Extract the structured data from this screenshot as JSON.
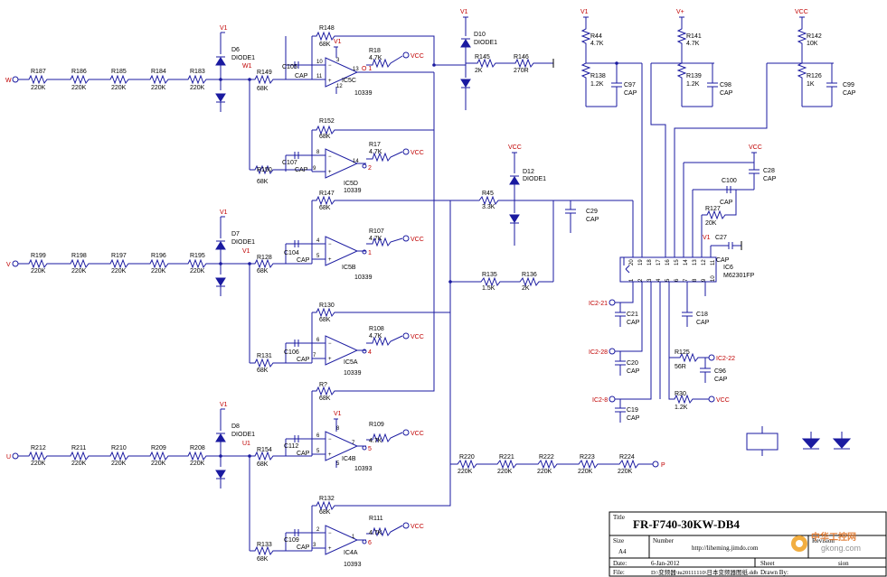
{
  "title_block": {
    "title_label": "Title",
    "title": "FR-F740-30KW-DB4",
    "size_label": "Size",
    "size": "A4",
    "number_label": "Number",
    "number": "http://liheming.jimdo.com",
    "revision_label": "Revision",
    "date_label": "Date:",
    "date": "6-Jan-2012",
    "sheet_label": "Sheet",
    "sheet_tail": "sion",
    "file_label": "File:",
    "file": "D:\\变频器\\tu20111110\\日本变频器图纸.ddb",
    "drawn_label": "Drawn By:"
  },
  "watermark": {
    "text": "中华工控网",
    "site": "gkong.com"
  },
  "rails": {
    "v1": "V1",
    "vplus": "V+",
    "vcc": "VCC"
  },
  "inputs": {
    "w": "W",
    "v": "V",
    "u": "U",
    "p": "P"
  },
  "nodes": {
    "w1": "W1",
    "v1": "V1",
    "u1": "U1"
  },
  "chains": {
    "w": [
      "R187",
      "R186",
      "R185",
      "R184",
      "R183"
    ],
    "v": [
      "R199",
      "R198",
      "R197",
      "R196",
      "R195"
    ],
    "u": [
      "R212",
      "R211",
      "R210",
      "R209",
      "R208"
    ],
    "p": [
      "R220",
      "R221",
      "R222",
      "R223",
      "R224"
    ],
    "value": "220K"
  },
  "diodes": {
    "d6": "D6",
    "d7": "D7",
    "d8": "D8",
    "d10": "D10",
    "d12": "D12",
    "type": "DIODE1"
  },
  "opamps": [
    {
      "name": "IC5C",
      "part": "10339",
      "rin": "R149",
      "rf": "R148",
      "cap": "C105",
      "rout": "R18",
      "p_in_minus": "10",
      "p_in_plus": "11",
      "p_out": "13",
      "p_a": "3",
      "p_b": "12"
    },
    {
      "name": "IC5D",
      "part": "10339",
      "rin": "R150",
      "rf": "R152",
      "cap": "C107",
      "rout": "R17",
      "p_in_minus": "8",
      "p_in_plus": "9",
      "p_out": "14",
      "p_a": "2",
      "p_b": ""
    },
    {
      "name": "IC5B",
      "part": "10339",
      "rin": "R128",
      "rf": "R147",
      "cap": "C104",
      "rout": "R107",
      "p_in_minus": "4",
      "p_in_plus": "5",
      "p_out": "",
      "p_a": "1",
      "p_b": ""
    },
    {
      "name": "IC5A",
      "part": "10339",
      "rin": "R131",
      "rf": "R130",
      "cap": "C106",
      "rout": "R108",
      "p_in_minus": "6",
      "p_in_plus": "7",
      "p_out": "",
      "p_a": "4",
      "p_b": ""
    },
    {
      "name": "IC4B",
      "part": "10393",
      "rin": "R154",
      "rf": "R?",
      "cap": "C112",
      "rout": "R109",
      "p_in_minus": "6",
      "p_in_plus": "5",
      "p_out": "7",
      "p_a": "5",
      "p_b": "8"
    },
    {
      "name": "IC4A",
      "part": "10393",
      "rin": "R133",
      "rf": "R132",
      "cap": "C109",
      "rout": "R111",
      "p_in_minus": "2",
      "p_in_plus": "3",
      "p_out": "1",
      "p_a": "6",
      "p_b": ""
    }
  ],
  "values": {
    "r68k": "68K",
    "r4k7": "4.7K",
    "cap": "CAP",
    "r2k": "2K",
    "r270": "270R",
    "r3k3": "3.3K",
    "r1k5": "1.5K",
    "r1k2": "1.2K",
    "r10k": "10K",
    "r1k": "1K",
    "r20k": "20K",
    "r56": "56R",
    "r220k": "220K"
  },
  "misc": {
    "r145": "R145",
    "r146": "R146",
    "r45": "R45",
    "r135": "R135",
    "r136": "R136",
    "c29": "C29",
    "r44": "R44",
    "r138": "R138",
    "c97": "C97",
    "r141": "R141",
    "r139": "R139",
    "c98": "C98",
    "r142": "R142",
    "r126": "R126",
    "c99": "C99",
    "c28": "C28",
    "c100": "C100",
    "r127": "R127",
    "c27": "C27",
    "ic6": "IC6",
    "ic6_part": "M62301FP",
    "c21": "C21",
    "c20": "C20",
    "c19": "C19",
    "c18": "C18",
    "r125": "R125",
    "c96": "C96",
    "r30": "R30",
    "ic2_21": "IC2-21",
    "ic2_28": "IC2-28",
    "ic2_8": "IC2-8",
    "ic2_22": "IC2-22",
    "ic6_top_pins": [
      "20",
      "19",
      "18",
      "17",
      "16",
      "15",
      "14",
      "13",
      "12",
      "11"
    ],
    "ic6_bot_pins": [
      "1",
      "2",
      "3",
      "4",
      "5",
      "6",
      "7",
      "8",
      "9",
      "10"
    ],
    "pin_o1": "O 1"
  }
}
